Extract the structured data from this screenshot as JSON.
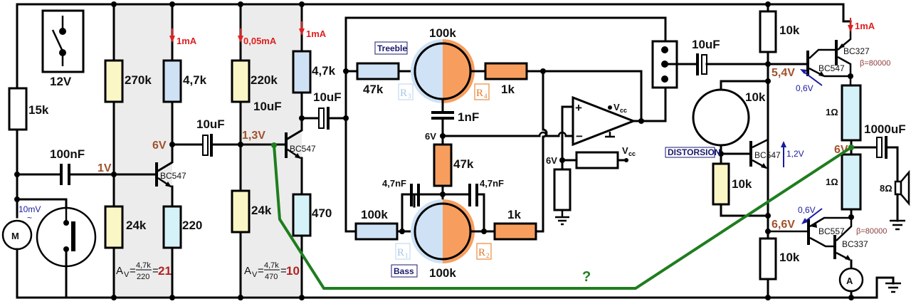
{
  "title": "Microphone preamp with tone control, op-amp and push-pull output stage",
  "colors": {
    "shade": "#ececec",
    "res_yellow": "#fbf6c6",
    "res_blue": "#cfe2f5",
    "res_cyan": "#d5f2f8",
    "res_orange": "#f79e5e",
    "pot_blue": "#cfe2f5",
    "pot_orange": "#f79e5e",
    "green_wire": "#1e7d1e",
    "voltage": "#a0522d",
    "current": "#e02020",
    "blue_note": "#1a1aa0"
  },
  "supply": {
    "label": "12V",
    "icon": "switch-icon"
  },
  "input": {
    "mic_label": "M",
    "mic_signal": "10mV",
    "mic_signal_mark": "~",
    "r_bias": "15k",
    "c_in": "100nF"
  },
  "stage1": {
    "r_top": "270k",
    "r_bottom": "24k",
    "r_collector": "4,7k",
    "r_emitter": "220",
    "transistor": "BC547",
    "base_voltage": "1V",
    "collector_voltage": "6V",
    "collector_current": "1mA",
    "gain_prefix": "A",
    "gain_sub": "V",
    "gain_num": "4,7k",
    "gain_den": "220",
    "gain_value": "21",
    "c_coupling": "10uF"
  },
  "stage2": {
    "r_top": "220k",
    "r_bottom": "24k",
    "r_top_current": "0,05mA",
    "cap_note": "10uF",
    "r_collector": "4,7k",
    "r_emitter": "470",
    "transistor": "BC547",
    "base_voltage": "1,3V",
    "collector_current": "1mA",
    "gain_prefix": "A",
    "gain_sub": "V",
    "gain_num": "4,7k",
    "gain_den": "470",
    "gain_value": "10",
    "c_out": "10uF"
  },
  "tone": {
    "treble_label": "Treeble",
    "bass_label": "Bass",
    "pot_treble_value": "100k",
    "pot_bass_value": "100k",
    "r3_value": "47k",
    "r3_tag": "R",
    "r3_sub": "3",
    "r4_value": "1k",
    "r4_tag": "R",
    "r4_sub": "4",
    "r1_value": "100k",
    "r1_tag": "R",
    "r1_sub": "1",
    "r2_value": "1k",
    "r2_tag": "R",
    "r2_sub": "2",
    "c_treble": "1nF",
    "node_voltage": "6V",
    "r_mid": "47k",
    "c_bass_left": "4,7nF",
    "c_bass_right": "4,7nF"
  },
  "opamp": {
    "plus": "+",
    "minus": "−",
    "vcc": "V",
    "vcc_sub": "cc",
    "bias_voltage": "6V",
    "bias_vcc": "V",
    "bias_vcc_sub": "cc"
  },
  "output": {
    "c_coupling": "10uF",
    "r_top": "10k",
    "r_bottom": "10k",
    "distortion_label": "DISTORSION",
    "pot_value": "10k",
    "r_pot_bottom": "10k",
    "vbe_multiplier": "BC547",
    "vbe_voltage": "1,2V",
    "upper_voltage": "5,4V",
    "upper_vbe": "0,6V",
    "lower_voltage": "6,6V",
    "lower_vbe": "0,6V",
    "q_upper_driver": "BC547",
    "q_upper_power": "BC327",
    "q_lower_driver": "BC557",
    "q_lower_power": "BC337",
    "beta_upper": "β=80000",
    "beta_lower": "β=80000",
    "r_e_upper": "1Ω",
    "r_e_lower": "1Ω",
    "mid_voltage": "6V",
    "quiescent_current": "1mA",
    "c_out": "1000uF",
    "speaker": "8Ω",
    "ammeter": "A"
  },
  "question_mark": "?"
}
